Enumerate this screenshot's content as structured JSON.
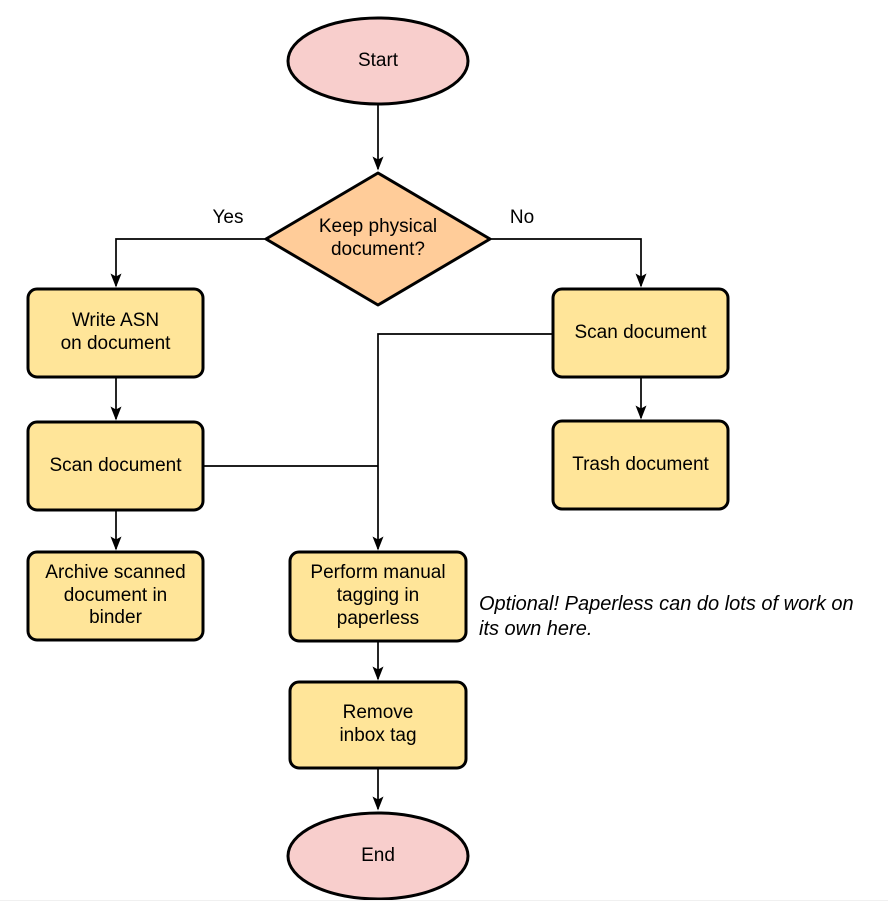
{
  "colors": {
    "background": "#ffffff",
    "stroke": "#000000",
    "terminal_fill": "#f8cecc",
    "decision_fill": "#ffcc99",
    "process_fill": "#ffe599",
    "text": "#000000",
    "footer_line": "#f0f0f0"
  },
  "nodes": {
    "start": {
      "label": "Start",
      "type": "terminal"
    },
    "decision": {
      "label": "Keep physical\ndocument?",
      "type": "decision"
    },
    "write_asn": {
      "label": "Write ASN\non document",
      "type": "process"
    },
    "scan_keep": {
      "label": "Scan document",
      "type": "process"
    },
    "archive": {
      "label": "Archive scanned\ndocument in\nbinder",
      "type": "process"
    },
    "scan_no_keep": {
      "label": "Scan document",
      "type": "process"
    },
    "trash": {
      "label": "Trash document",
      "type": "process"
    },
    "manual_tagging": {
      "label": "Perform manual\ntagging in\npaperless",
      "type": "process"
    },
    "remove_inbox_tag": {
      "label": "Remove\ninbox tag",
      "type": "process"
    },
    "end": {
      "label": "End",
      "type": "terminal"
    }
  },
  "edge_labels": {
    "yes": "Yes",
    "no": "No"
  },
  "annotation": {
    "text": "Optional! Paperless can do lots of work on\nits own here."
  }
}
